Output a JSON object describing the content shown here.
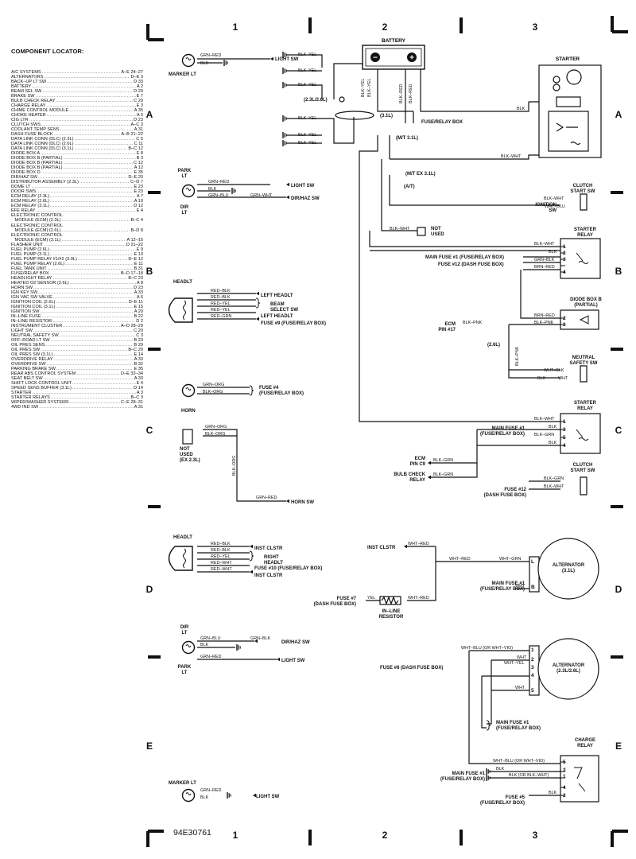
{
  "figure_id": "94E30761",
  "grid": {
    "columns": [
      "1",
      "2",
      "3"
    ],
    "rows": [
      "A",
      "B",
      "C",
      "D",
      "E"
    ]
  },
  "locator": {
    "title": "COMPONENT LOCATOR:",
    "items": [
      {
        "name": "A/C SYSTEMS",
        "ref": "A–E 24–27"
      },
      {
        "name": "ALTERNATORS",
        "ref": "D–E 3"
      },
      {
        "name": "BACK–UP LT SW",
        "ref": "D 33"
      },
      {
        "name": "BATTERY",
        "ref": "A 2"
      },
      {
        "name": "BEAM SEL SW",
        "ref": "D 20"
      },
      {
        "name": "BRAKE SW",
        "ref": "E 7"
      },
      {
        "name": "BULB CHECK RELAY",
        "ref": "C 29"
      },
      {
        "name": "CHARGE RELAY",
        "ref": "E 3"
      },
      {
        "name": "CHIME CONTROL MODULE",
        "ref": "A 35"
      },
      {
        "name": "CHOKE HEATER",
        "ref": "A 5"
      },
      {
        "name": "CIG LTR",
        "ref": "D 23"
      },
      {
        "name": "CLUTCH SWS",
        "ref": "A–C 3"
      },
      {
        "name": "COOLANT TEMP SENS",
        "ref": "A 31"
      },
      {
        "name": "DASH FUSE BLOCK",
        "ref": "A–B 21–22"
      },
      {
        "name": "DATA LINK CONN (DLC) (2.3L)",
        "ref": "C 5"
      },
      {
        "name": "DATA LINK CONN (DLC) (2.6L)",
        "ref": "C 11"
      },
      {
        "name": "DATA LINK CONN (DLC) (3.1L)",
        "ref": "B–C 12"
      },
      {
        "name": "DIODE BOX A",
        "ref": "E 8"
      },
      {
        "name": "DIODE BOX B (PARTIAL)",
        "ref": "B 3"
      },
      {
        "name": "DIODE BOX B (PARTIAL)",
        "ref": "C 12"
      },
      {
        "name": "DIODE BOX B (PARTIAL)",
        "ref": "A 12"
      },
      {
        "name": "DIODE BOX D",
        "ref": "E 35"
      },
      {
        "name": "DIR/HAZ SW",
        "ref": "D–E 20"
      },
      {
        "name": "DISTRIBUTOR ASSEMBLY (2.3L)",
        "ref": "C–D 7"
      },
      {
        "name": "DOME LT",
        "ref": "E 23"
      },
      {
        "name": "DOOR SWS",
        "ref": "E 23"
      },
      {
        "name": "ECM RELAY (2.3L)",
        "ref": "A 7"
      },
      {
        "name": "ECM RELAY (2.6L)",
        "ref": "A 10"
      },
      {
        "name": "ECM RELAY (3.1L)",
        "ref": "D 12"
      },
      {
        "name": "EFE RELAY",
        "ref": "E 4"
      },
      {
        "name": "ELECTRONIC CONTROL",
        "ref": "",
        "cont": true
      },
      {
        "name": "  MODULE (ECM) (2.3L)",
        "ref": "B–C 4"
      },
      {
        "name": "ELECTRONIC CONTROL",
        "ref": "",
        "cont": true
      },
      {
        "name": "  MODULE (ECM) (2.6L)",
        "ref": "B–D 8"
      },
      {
        "name": "ELECTRONIC CONTROL",
        "ref": "",
        "cont": true
      },
      {
        "name": "  MODULE (ECM) (3.1L)",
        "ref": "A 12–15"
      },
      {
        "name": "FLASHER UNIT",
        "ref": "D 21–22"
      },
      {
        "name": "FUEL PUMP (2.6L)",
        "ref": "E 9"
      },
      {
        "name": "FUEL PUMP (3.1L)",
        "ref": "E 13"
      },
      {
        "name": "FUEL PUMP RELAY #1/#2 (3.0L)",
        "ref": "D–E 12"
      },
      {
        "name": "FUEL PUMP RELAY (2.6L)",
        "ref": "E 11"
      },
      {
        "name": "FUEL TANK UNIT",
        "ref": "B 31"
      },
      {
        "name": "FUSE/RELAY BOX",
        "ref": "B–D 17–18"
      },
      {
        "name": "HEADLIGHT RELAY",
        "ref": "B–C 23"
      },
      {
        "name": "HEATED O2 SENSOR (2.6L)",
        "ref": "A 8"
      },
      {
        "name": "HORN SW",
        "ref": "D 23"
      },
      {
        "name": "IGN KEY SW",
        "ref": "A 33"
      },
      {
        "name": "IGN VAC SW VALVE",
        "ref": "A 6"
      },
      {
        "name": "IGNITION COIL (2.6L)",
        "ref": "D–E 11"
      },
      {
        "name": "IGNITION COIL (3.1L)",
        "ref": "E 15"
      },
      {
        "name": "IGNITION SW",
        "ref": "A 20"
      },
      {
        "name": "IN–LINE FUSE",
        "ref": "B 22"
      },
      {
        "name": "IN–LINE RESISTOR",
        "ref": "D 2"
      },
      {
        "name": "INSTRUMENT CLUSTER",
        "ref": "A–D 28–29"
      },
      {
        "name": "LIGHT SW",
        "ref": "C 20"
      },
      {
        "name": "NEUTRAL SAFETY SW",
        "ref": "C 3"
      },
      {
        "name": "OFF–ROAD LT SW",
        "ref": "B 23"
      },
      {
        "name": "OIL PRES SENS",
        "ref": "B 29"
      },
      {
        "name": "OIL PRES SW",
        "ref": "B–C 29"
      },
      {
        "name": "OIL PRES SW (3.1L)",
        "ref": "E 14"
      },
      {
        "name": "OVERDRIVE RELAY",
        "ref": "A 33"
      },
      {
        "name": "OVERDRIVE SW",
        "ref": "B 32"
      },
      {
        "name": "PARKING BRAKE SW",
        "ref": "E 35"
      },
      {
        "name": "REAR ABS CONTROL SYSTEM",
        "ref": "D–E 32–34"
      },
      {
        "name": "SEAT BELT SW",
        "ref": "A 33"
      },
      {
        "name": "SHIFT LOCK CONTROL UNIT",
        "ref": "E 4"
      },
      {
        "name": "SPEED SENS BUFFER (3.1L)",
        "ref": "D 14"
      },
      {
        "name": "STARTER",
        "ref": "A 3"
      },
      {
        "name": "STARTER RELAYS",
        "ref": "B–C 3"
      },
      {
        "name": "WIPER/WASHER SYSTEMS",
        "ref": "C–E 28–31"
      },
      {
        "name": "4WD IND SW",
        "ref": "A 31"
      }
    ]
  },
  "components": {
    "battery": "BATTERY",
    "starter": "STARTER",
    "marker_lt": "MARKER LT",
    "park_lt": "PARK\nLT",
    "dir_lt": "DIR\nLT",
    "headlt": "HEADLT",
    "horn": "HORN",
    "clutch_start_sw": "CLUTCH\nSTART SW",
    "starter_relay": "STARTER\nRELAY",
    "diode_box_b": "DIODE BOX B\n(PARTIAL)",
    "neutral_safety_sw": "NEUTRAL\nSAFETY SW",
    "alternator_31": "ALTERNATOR\n(3.1L)",
    "alternator_23_26": "ALTERNATOR\n(2.3L/2.6L)",
    "charge_relay": "CHARGE\nRELAY",
    "inline_resistor": "IN–LINE\nRESISTOR",
    "not_used": "NOT\nUSED",
    "not_used_ex23": "NOT\nUSED\n(EX 2.3L)"
  },
  "labels": {
    "light_sw": "LIGHT SW",
    "dir_haz_sw": "DIR/HAZ SW",
    "left_headlt": "LEFT HEADLT",
    "beam_select_sw": "BEAM\nSELECT SW",
    "fuse9": "FUSE #9 (FUSE/RELAY BOX)",
    "fuse4": "FUSE #4\n(FUSE/RELAY BOX)",
    "horn_sw": "HORN SW",
    "fuse_relay_box": "FUSE/RELAY BOX",
    "inst_clstr": "INST CLSTR",
    "right_headlt": "RIGHT\nHEADLT",
    "fuse10": "FUSE #10 (FUSE/RELAY BOX)",
    "fuse7": "FUSE #7\n(DASH FUSE BOX)",
    "fuse8": "FUSE #8 (DASH FUSE BOX)",
    "main_fuse1_fr": "MAIN FUSE #1\n(FUSE/RELAY BOX)",
    "main_fuse1_fr_inline": "MAIN FUSE #1 (FUSE/RELAY BOX)",
    "fuse12_dash_inline": "FUSE #12 (DASH FUSE BOX)",
    "fuse12_dash": "FUSE #12\n(DASH FUSE BOX)",
    "fuse5": "FUSE #5\n(FUSE/RELAY BOX)",
    "ignition_sw": "IGNITION\nSW",
    "ecm_pin17": "ECM\nPIN #17",
    "ecm_pin_c9": "ECM\nPIN C9",
    "bulb_check_relay": "BULB CHECK\nRELAY",
    "inst_clstr_colon": "INST CLSTR",
    "mt31": "(M/T 3.1L)",
    "mt_ex31": "(M/T EX 3.1L)",
    "at": "(A/T)",
    "l31": "(3.1L)",
    "l23_26": "(2.3L/2.6L)",
    "l26": "(2.6L)"
  },
  "wires": {
    "grn_red": "GRN–RED",
    "blk": "BLK",
    "blk_yel": "BLK–YEL",
    "blk_red": "BLK–RED",
    "blk_wht": "BLK–WHT",
    "wht_blu": "WHT–BLU",
    "grn_blu": "GRN–BLU",
    "grn_wht": "GRN–WHT",
    "grn_blk": "GRN–BLK",
    "red_blk": "RED–BLK",
    "red_yel": "RED–YEL",
    "red_wht": "RED–WHT",
    "red_grn": "RED–GRN",
    "grn_org": "GRN–ORG",
    "blk_org": "BLK–ORG",
    "blk_grn": "BLK–GRN",
    "brn_red": "BRN–RED",
    "blk_pnk": "BLK–PNK",
    "wht_blk": "WHT–BLK",
    "wht": "WHT",
    "wht_red": "WHT–RED",
    "wht_grn": "WHT–GRN",
    "yel": "YEL",
    "wht_yel": "WHT–YEL",
    "wht_blu_or_vio": "WHT–BLU (OR WHT–VIO)",
    "blk_or_blk_wht": "BLK (OR BLK–WHT)"
  },
  "terminals": {
    "t1": "1",
    "t2": "2",
    "t3": "3",
    "t4": "4",
    "t5": "5",
    "L": "L",
    "B": "B"
  },
  "battery_symbols": {
    "neg": "−",
    "pos": "+"
  }
}
